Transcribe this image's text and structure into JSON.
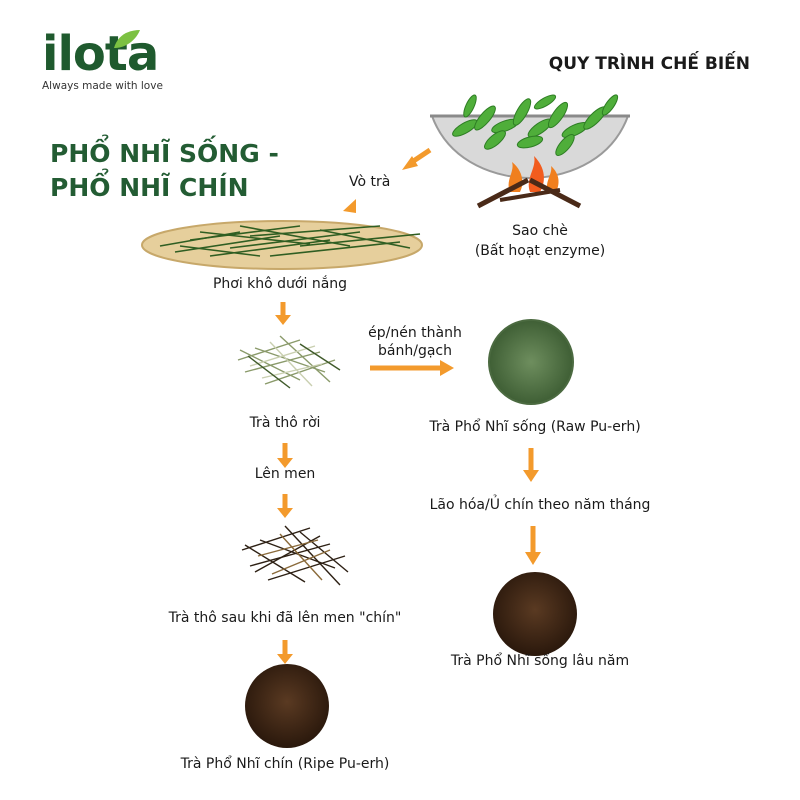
{
  "brand": {
    "logo_text": "ilota",
    "tagline": "Always made with love"
  },
  "header": {
    "process_title": "QUY TRÌNH CHẾ BIẾN",
    "title_line1": "PHỔ NHĨ SỐNG -",
    "title_line2": "PHỔ NHĨ CHÍN"
  },
  "steps": {
    "sao_che_line1": "Sao chè",
    "sao_che_line2": "(Bất hoạt enzyme)",
    "vo_tra": "Vò trà",
    "phoi_kho": "Phơi khô dưới nắng",
    "tra_tho_roi": "Trà thô rời",
    "ep_nen_line1": "ép/nén thành",
    "ep_nen_line2": "bánh/gạch",
    "raw_puerh": "Trà Phổ Nhĩ sống (Raw Pu-erh)",
    "len_men": "Lên men",
    "lao_hoa": "Lão hóa/Ủ chín theo năm tháng",
    "tra_tho_sau_len_men": "Trà thô sau khi đã lên men \"chín\"",
    "song_lau_nam": "Trà Phổ Nhĩ sống lâu năm",
    "ripe_puerh": "Trà Phổ Nhĩ chín (Ripe Pu-erh)"
  },
  "colors": {
    "arrow": "#f39a2c",
    "brand_green": "#1f5a2e",
    "leaf_green": "#4fae3a",
    "raw_cake": "#56774a",
    "dark_cake": "#3a2414"
  }
}
